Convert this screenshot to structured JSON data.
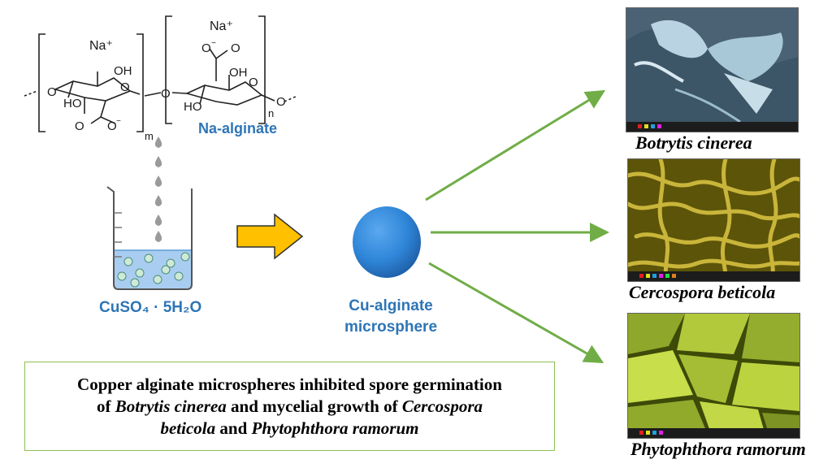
{
  "chemistry": {
    "na_left": "Na⁺",
    "na_right": "Na⁺",
    "repeat_m": "m",
    "repeat_n": "n",
    "na_alginate_label": "Na-alginate",
    "copper_sulfate_label": "CuSO₄ · 5H₂O",
    "microsphere_label_line1": "Cu-alginate",
    "microsphere_label_line2": "microsphere"
  },
  "species": {
    "top": "Botrytis cinerea",
    "middle": "Cercospora beticola",
    "bottom": "Phytophthora ramorum"
  },
  "summary": {
    "t1": "Copper alginate microspheres inhibited spore germination",
    "t2": "of ",
    "t3": "Botrytis cinerea",
    "t4": " and mycelial growth of ",
    "t5": "Cercospora",
    "t6": "beticola",
    "t7": " and ",
    "t8": "Phytophthora ramorum"
  },
  "colors": {
    "label_blue": "#2e75b6",
    "arrow_green": "#70ad47",
    "block_arrow": "#ffc000",
    "microsphere": "#2f86d8"
  }
}
